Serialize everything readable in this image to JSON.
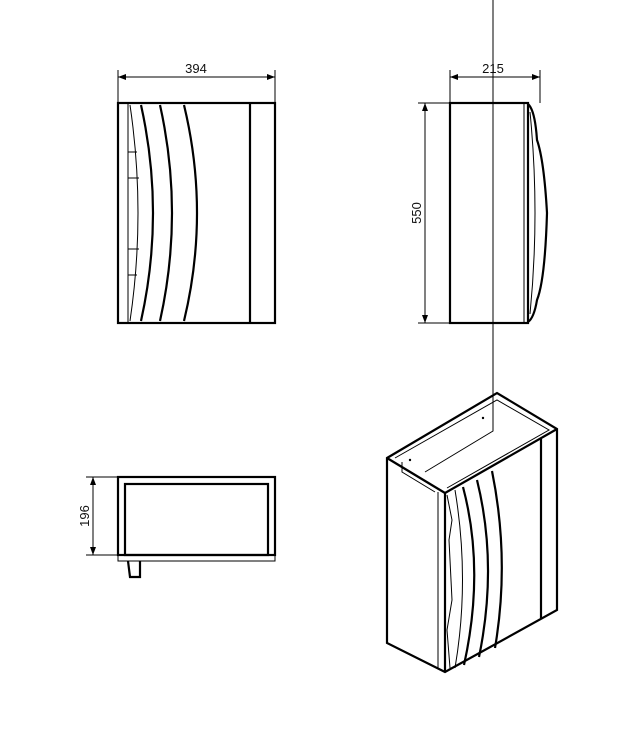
{
  "dimensions": {
    "width": "394",
    "depth": "215",
    "height": "550",
    "top_depth": "196"
  },
  "views": [
    "front-view",
    "side-view",
    "top-view",
    "isometric-view"
  ]
}
